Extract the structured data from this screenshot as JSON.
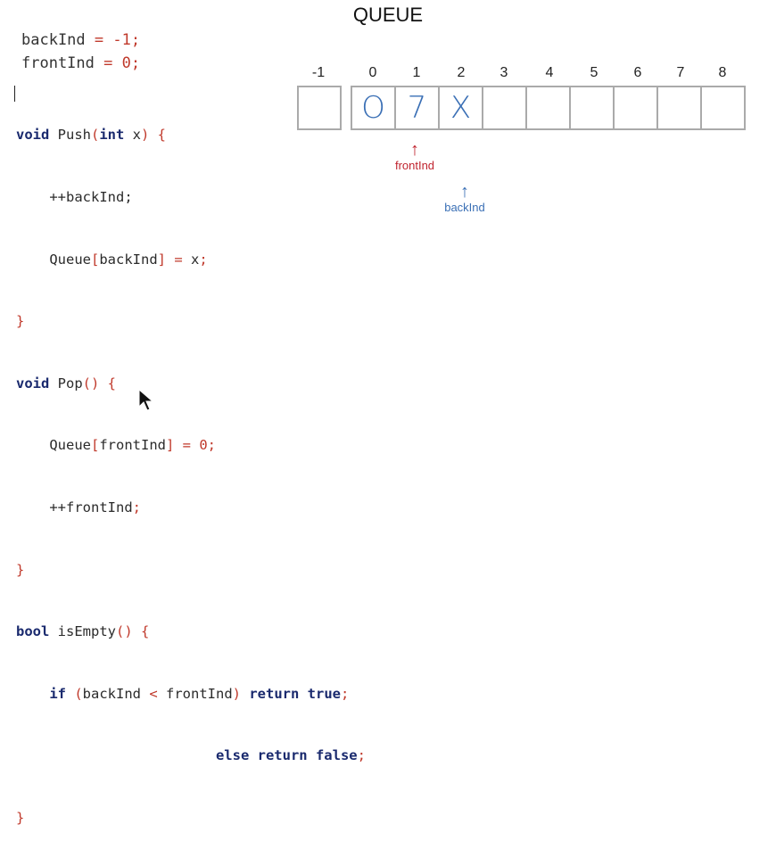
{
  "title": "QUEUE",
  "vars": {
    "line1": {
      "name": "backInd",
      "op": "=",
      "value": "-1",
      "end": ";"
    },
    "line2": {
      "name": "frontInd",
      "op": "=",
      "value": "0",
      "end": ";"
    }
  },
  "code": {
    "push_sig_kw": "void",
    "push_sig_name": " Push",
    "push_sig_paren": "(",
    "push_sig_kw2": "int",
    "push_sig_arg": " x",
    "push_sig_close": ") {",
    "push_line1": "    ++backInd;",
    "push_line2_a": "    Queue",
    "push_line2_b": "[",
    "push_line2_c": "backInd",
    "push_line2_d": "] = ",
    "push_line2_e": "x",
    "push_line2_f": ";",
    "close1": "}",
    "pop_sig_kw": "void",
    "pop_sig_name": " Pop",
    "pop_sig_rest": "() {",
    "pop_line1_a": "    Queue",
    "pop_line1_b": "[",
    "pop_line1_c": "frontInd",
    "pop_line1_d": "] = 0;",
    "pop_line2_a": "    ++",
    "pop_line2_b": "frontInd",
    "pop_line2_c": ";",
    "close2": "}",
    "empty_sig_kw": "bool",
    "empty_sig_name": " isEmpty",
    "empty_sig_rest": "() {",
    "if_kw": "    if",
    "if_open": " (",
    "if_a": "backInd",
    "if_op": " < ",
    "if_b": "frontInd",
    "if_close": ") ",
    "ret_kw": "return",
    "ret_val": " true",
    "ret_end": ";",
    "else_pad": "                        ",
    "else_kw": "else",
    "ret_kw2": " return",
    "ret_val2": " false",
    "ret_end2": ";",
    "close3": "}"
  },
  "array": {
    "indices": [
      "-1",
      "0",
      "1",
      "2",
      "3",
      "4",
      "5",
      "6",
      "7",
      "8"
    ],
    "cells": [
      "O",
      "7",
      "X",
      "",
      "",
      "",
      "",
      "",
      ""
    ]
  },
  "pointers": {
    "front_label": "frontInd",
    "back_label": "backInd",
    "arrow": "↑"
  },
  "colors": {
    "front": "#c0242f",
    "back": "#3a6fb5",
    "punct": "#c0392b",
    "keyword": "#1a2a6e",
    "cell_border": "#aaaaaa"
  }
}
